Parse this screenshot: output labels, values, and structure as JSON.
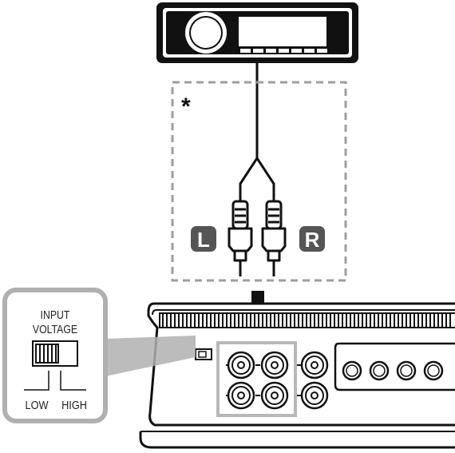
{
  "annotation": {
    "asterisk": "*"
  },
  "channels": {
    "left": "L",
    "right": "R"
  },
  "input_voltage_switch": {
    "title_line1": "INPUT",
    "title_line2": "VOLTAGE",
    "low_label": "LOW",
    "high_label": "HIGH"
  },
  "colors": {
    "ink": "#111111",
    "dashed_box": "#9e9e9e",
    "callout": "#b0b0b0",
    "badge": "#555555",
    "highlight_box": "#b8b8b8"
  }
}
